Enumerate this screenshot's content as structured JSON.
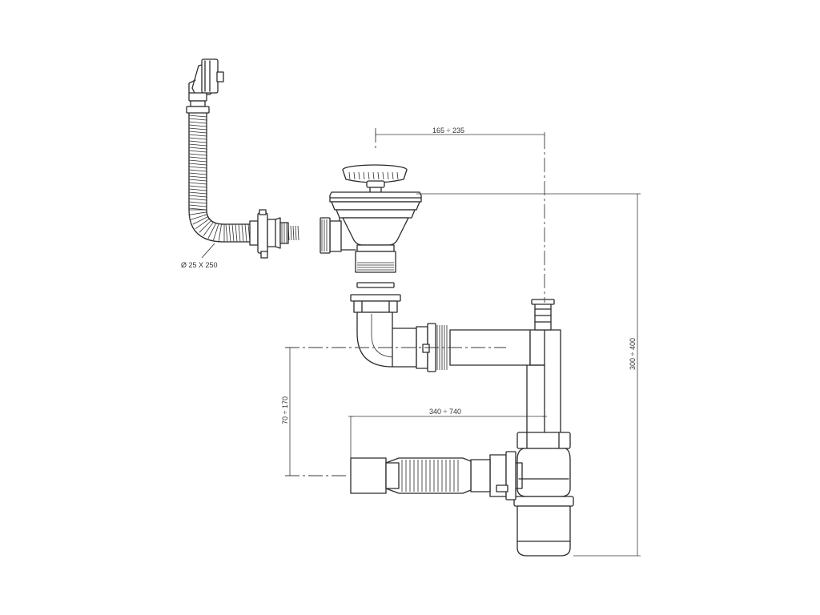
{
  "dimensions": {
    "top_width": "165 ÷ 235",
    "total_height": "300 ÷ 400",
    "outlet_height": "70 ÷ 170",
    "outlet_length": "340 ÷ 740",
    "overflow_hose": "Ø 25 X 250"
  }
}
